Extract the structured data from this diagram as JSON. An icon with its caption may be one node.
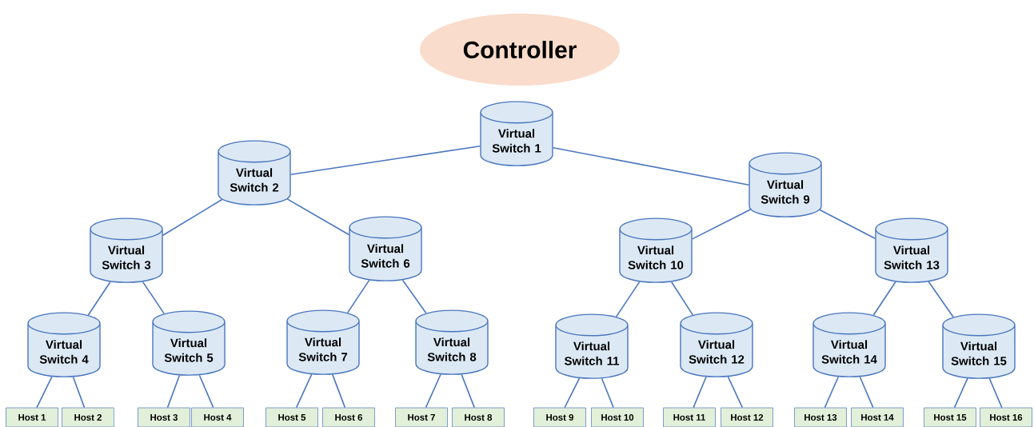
{
  "diagram": {
    "nodes": [
      {
        "text": [
          "Controller"
        ]
      },
      {
        "text": [
          "Virtual Switch 1"
        ]
      },
      {
        "text": [
          "Virtual Switch 2"
        ]
      },
      {
        "text": [
          "Virtual Switch 9"
        ]
      },
      {
        "text": [
          "Virtual Switch 3"
        ]
      },
      {
        "text": [
          "Virtual Switch 6"
        ]
      },
      {
        "text": [
          "Virtual Switch 10"
        ]
      },
      {
        "text": [
          "Virtual Switch 13"
        ]
      },
      {
        "text": [
          "Virtual Switch 4"
        ]
      },
      {
        "text": [
          "Virtual Switch 5"
        ]
      },
      {
        "text": [
          "Virtual Switch 7"
        ]
      },
      {
        "text": [
          "Virtual Switch 8"
        ]
      },
      {
        "text": [
          "Virtual Switch 11"
        ]
      },
      {
        "text": [
          "Virtual Switch 12"
        ]
      },
      {
        "text": [
          "Virtual Switch 14"
        ]
      },
      {
        "text": [
          "Virtual Switch 15"
        ]
      },
      {
        "text": [
          "Host 1"
        ]
      },
      {
        "text": [
          "Host 2"
        ]
      },
      {
        "text": [
          "Host 3"
        ]
      },
      {
        "text": [
          "Host 4"
        ]
      },
      {
        "text": [
          "Host 5"
        ]
      },
      {
        "text": [
          "Host 6"
        ]
      },
      {
        "text": [
          "Host 7"
        ]
      },
      {
        "text": [
          "Host 8"
        ]
      },
      {
        "text": [
          "Host 9"
        ]
      },
      {
        "text": [
          "Host 10"
        ]
      },
      {
        "text": [
          "Host 11"
        ]
      },
      {
        "text": [
          "Host 12"
        ]
      },
      {
        "text": [
          "Host 13"
        ]
      },
      {
        "text": [
          "Host 14"
        ]
      },
      {
        "text": [
          "Host 15"
        ]
      },
      {
        "text": [
          "Host 16"
        ]
      }
    ],
    "edges": [
      {
        "from": 1,
        "to": 2,
        "arrow": "none"
      },
      {
        "from": 1,
        "to": 3,
        "arrow": "none"
      },
      {
        "from": 2,
        "to": 4,
        "arrow": "none"
      },
      {
        "from": 2,
        "to": 5,
        "arrow": "none"
      },
      {
        "from": 3,
        "to": 6,
        "arrow": "none"
      },
      {
        "from": 3,
        "to": 7,
        "arrow": "none"
      },
      {
        "from": 4,
        "to": 8,
        "arrow": "none"
      },
      {
        "from": 4,
        "to": 9,
        "arrow": "none"
      },
      {
        "from": 5,
        "to": 10,
        "arrow": "none"
      },
      {
        "from": 5,
        "to": 11,
        "arrow": "none"
      },
      {
        "from": 6,
        "to": 12,
        "arrow": "none"
      },
      {
        "from": 6,
        "to": 13,
        "arrow": "none"
      },
      {
        "from": 7,
        "to": 14,
        "arrow": "none"
      },
      {
        "from": 7,
        "to": 15,
        "arrow": "none"
      },
      {
        "from": 8,
        "to": 16,
        "arrow": "none"
      },
      {
        "from": 8,
        "to": 17,
        "arrow": "none"
      },
      {
        "from": 9,
        "to": 18,
        "arrow": "none"
      },
      {
        "from": 9,
        "to": 19,
        "arrow": "none"
      },
      {
        "from": 10,
        "to": 20,
        "arrow": "none"
      },
      {
        "from": 10,
        "to": 21,
        "arrow": "none"
      },
      {
        "from": 11,
        "to": 22,
        "arrow": "none"
      },
      {
        "from": 11,
        "to": 23,
        "arrow": "none"
      },
      {
        "from": 12,
        "to": 24,
        "arrow": "none"
      },
      {
        "from": 12,
        "to": 25,
        "arrow": "none"
      },
      {
        "from": 13,
        "to": 26,
        "arrow": "none"
      },
      {
        "from": 13,
        "to": 27,
        "arrow": "none"
      },
      {
        "from": 14,
        "to": 28,
        "arrow": "none"
      },
      {
        "from": 14,
        "to": 29,
        "arrow": "none"
      },
      {
        "from": 15,
        "to": 30,
        "arrow": "none"
      },
      {
        "from": 15,
        "to": 31,
        "arrow": "none"
      }
    ]
  }
}
